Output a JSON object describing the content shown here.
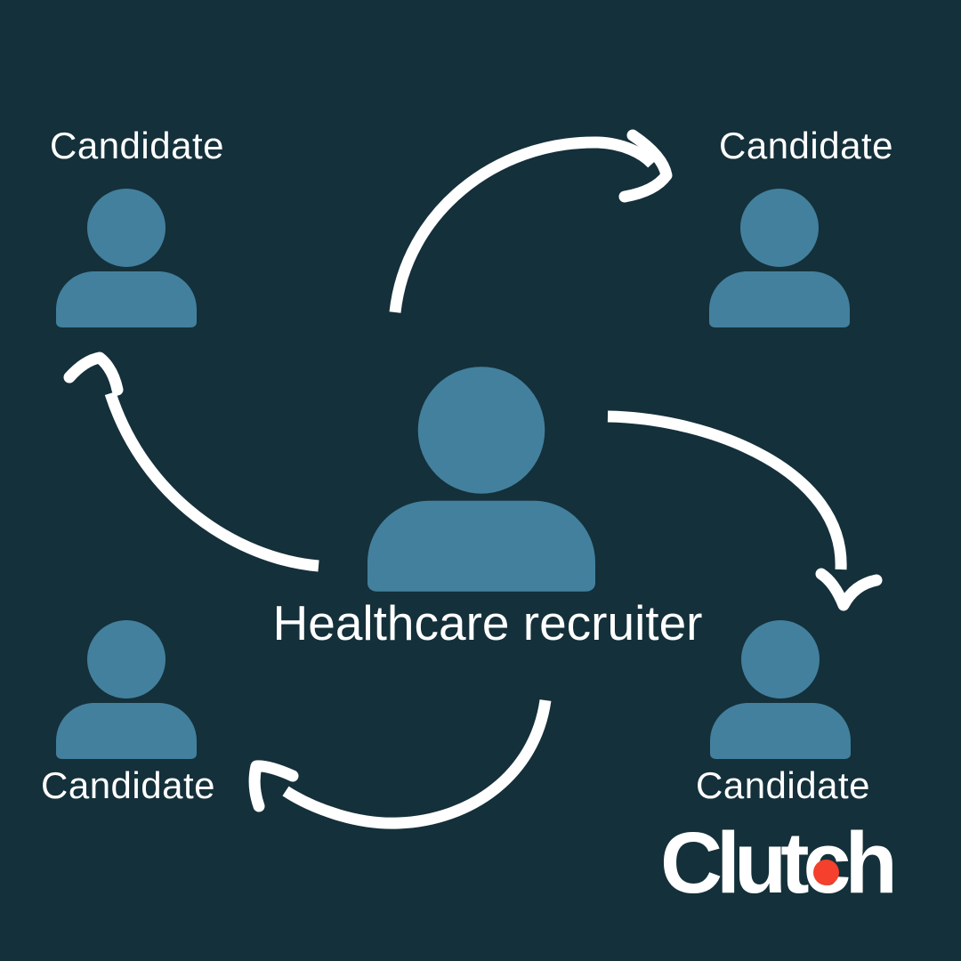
{
  "colors": {
    "background": "#14303A",
    "person": "#43809D",
    "text": "#FFFFFF",
    "arrow": "#FFFFFF",
    "logo-text": "#FFFFFF",
    "logo-dot": "#F4402C"
  },
  "nodes": {
    "center": {
      "label": "Healthcare recruiter",
      "icon": "person-icon"
    },
    "candidates": [
      {
        "position": "top-left",
        "label": "Candidate",
        "icon": "person-icon"
      },
      {
        "position": "top-right",
        "label": "Candidate",
        "icon": "person-icon"
      },
      {
        "position": "bottom-left",
        "label": "Candidate",
        "icon": "person-icon"
      },
      {
        "position": "bottom-right",
        "label": "Candidate",
        "icon": "person-icon"
      }
    ]
  },
  "arrows": [
    {
      "name": "center-to-top-right"
    },
    {
      "name": "center-to-bottom-right"
    },
    {
      "name": "center-to-top-left"
    },
    {
      "name": "center-to-bottom-left"
    }
  ],
  "logo": {
    "text": "Clutch"
  }
}
